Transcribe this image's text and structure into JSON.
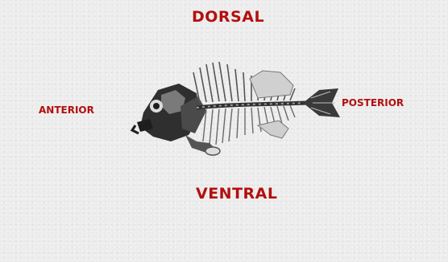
{
  "labels": {
    "dorsal": "DORSAL",
    "ventral": "VENTRAL",
    "anterior": "ANTERIOR",
    "posterior": "POSTERIOR"
  },
  "colors": {
    "label": "#b30f0f",
    "background": "#ececec",
    "bone": "#3a3a3a",
    "bone_light": "#9a9a9a"
  }
}
